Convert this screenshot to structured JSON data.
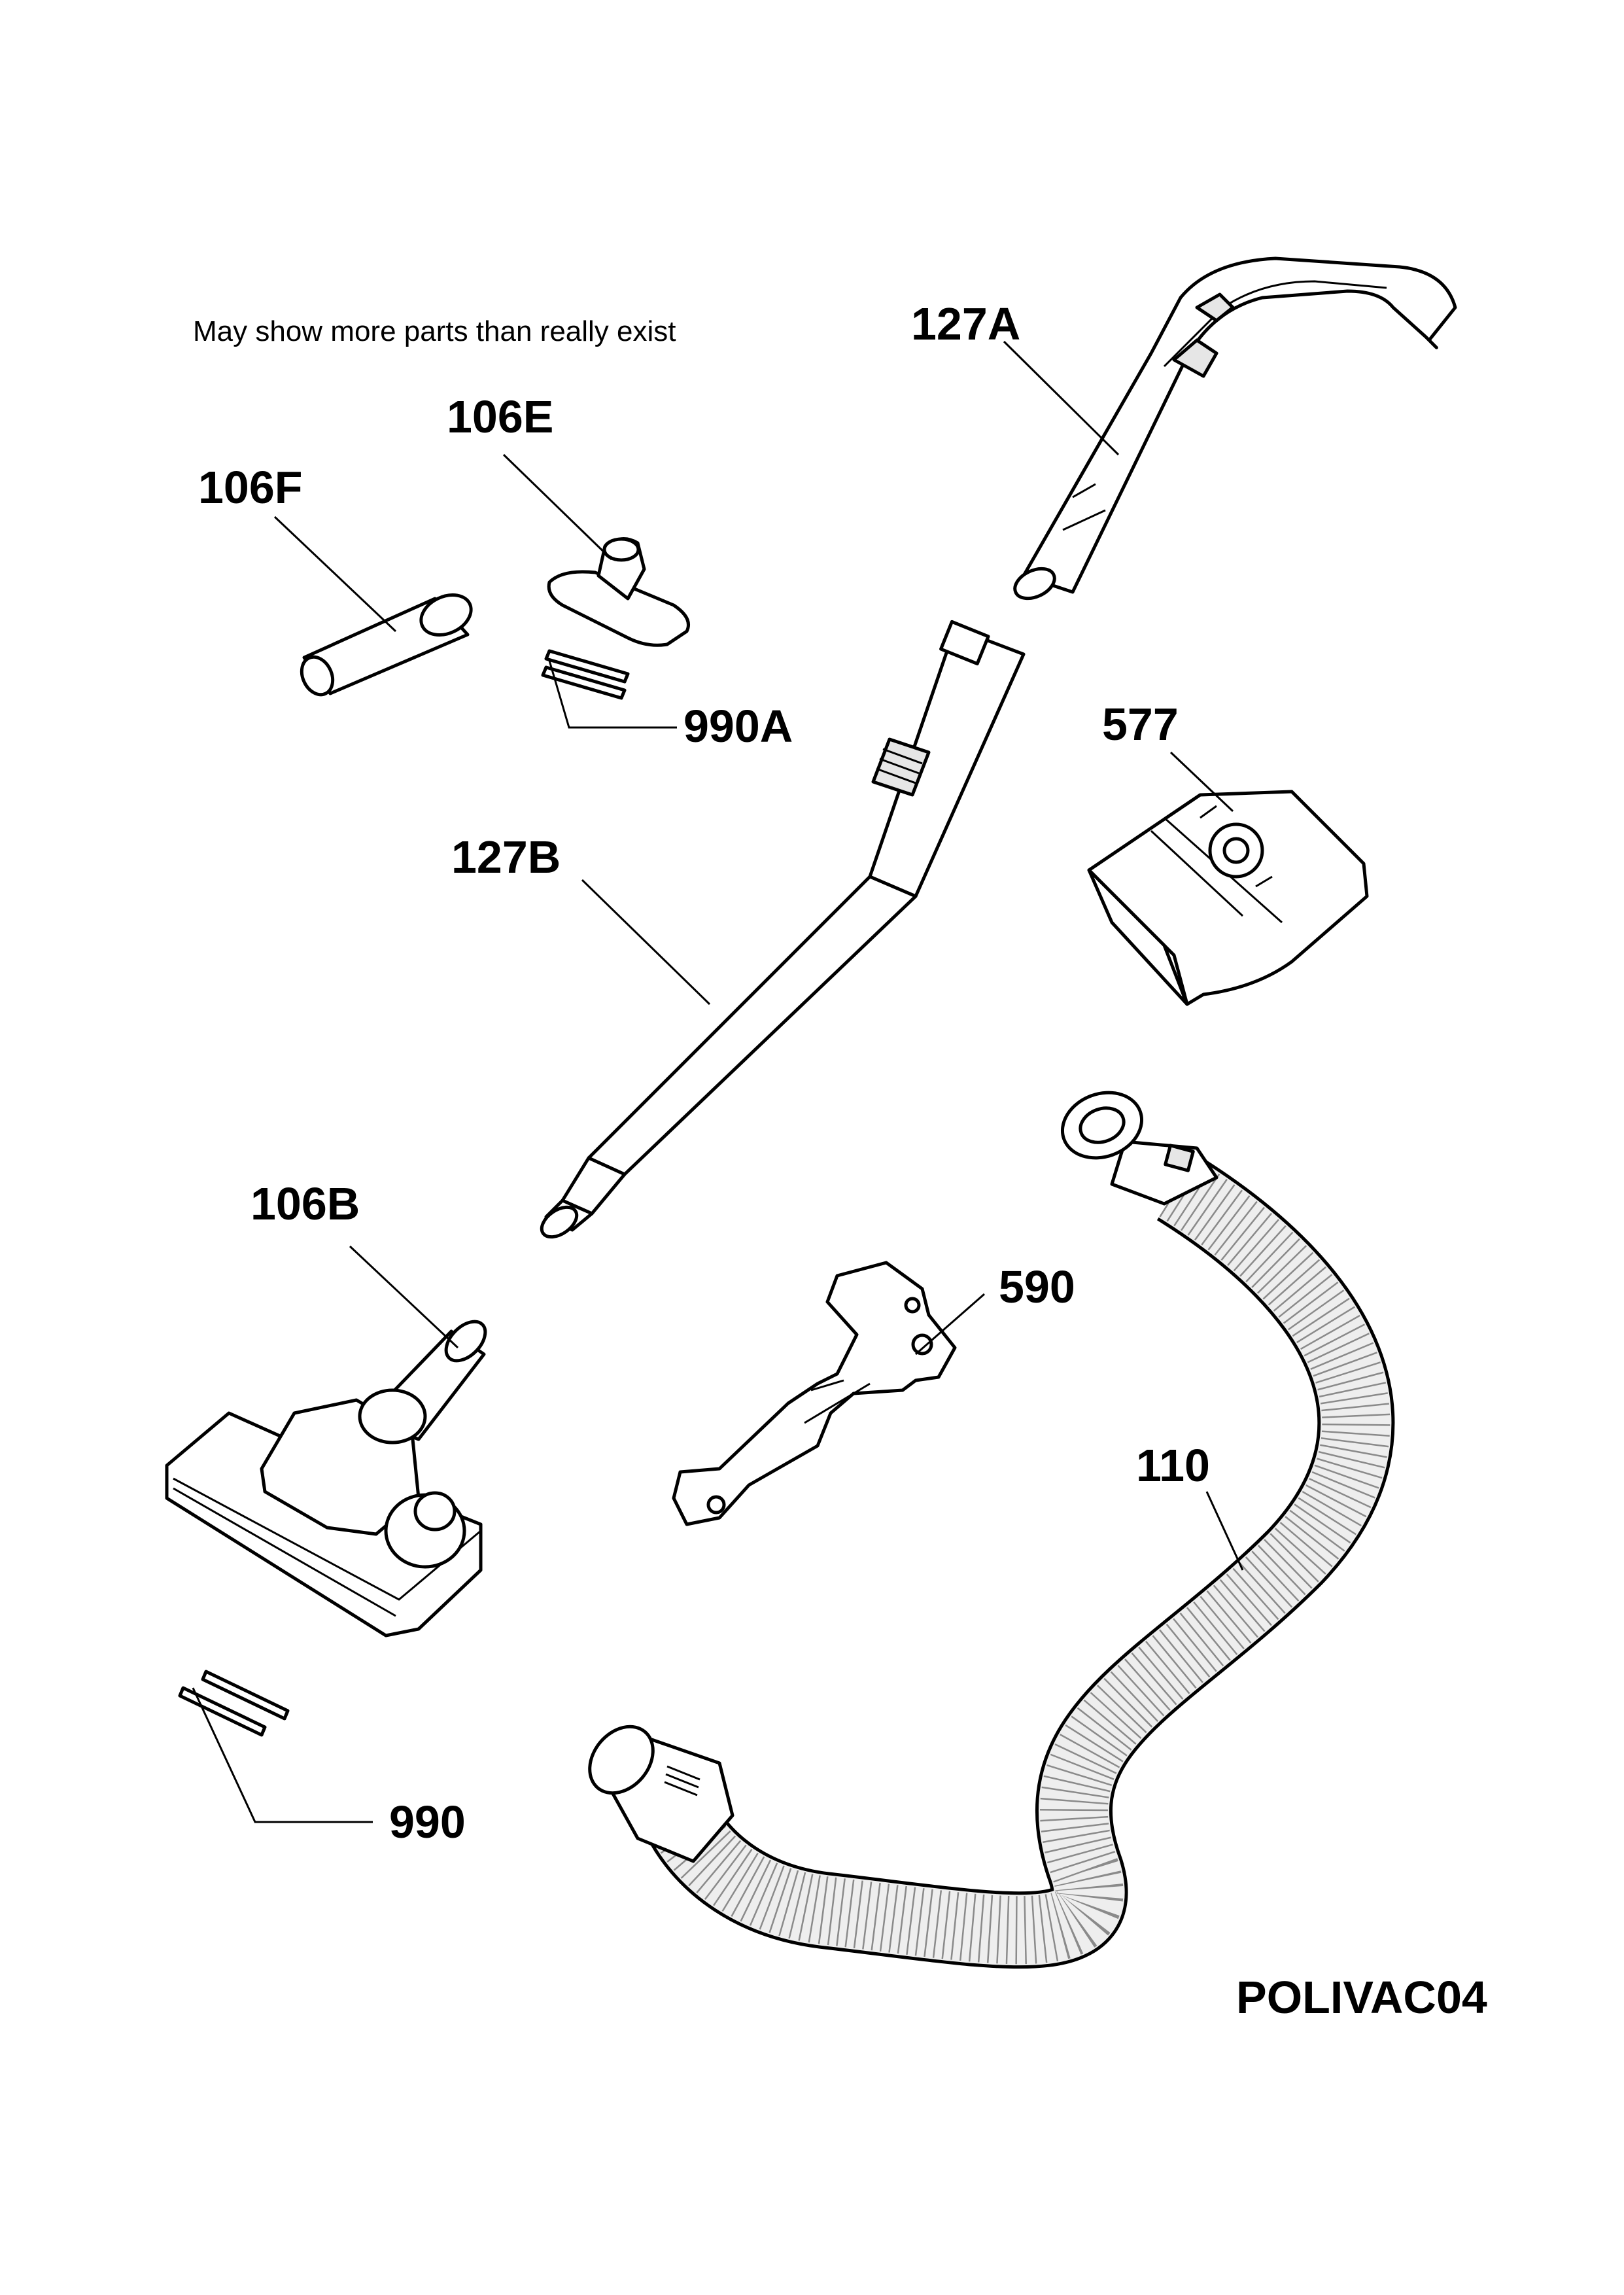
{
  "diagram": {
    "note": "May show more parts than really exist",
    "drawing_code": "POLIVAC04",
    "parts": [
      {
        "id": "127A",
        "label": "127A"
      },
      {
        "id": "106E",
        "label": "106E"
      },
      {
        "id": "106F",
        "label": "106F"
      },
      {
        "id": "990A",
        "label": "990A"
      },
      {
        "id": "127B",
        "label": "127B"
      },
      {
        "id": "577",
        "label": "577"
      },
      {
        "id": "106B",
        "label": "106B"
      },
      {
        "id": "590",
        "label": "590"
      },
      {
        "id": "110",
        "label": "110"
      },
      {
        "id": "990",
        "label": "990"
      }
    ]
  }
}
